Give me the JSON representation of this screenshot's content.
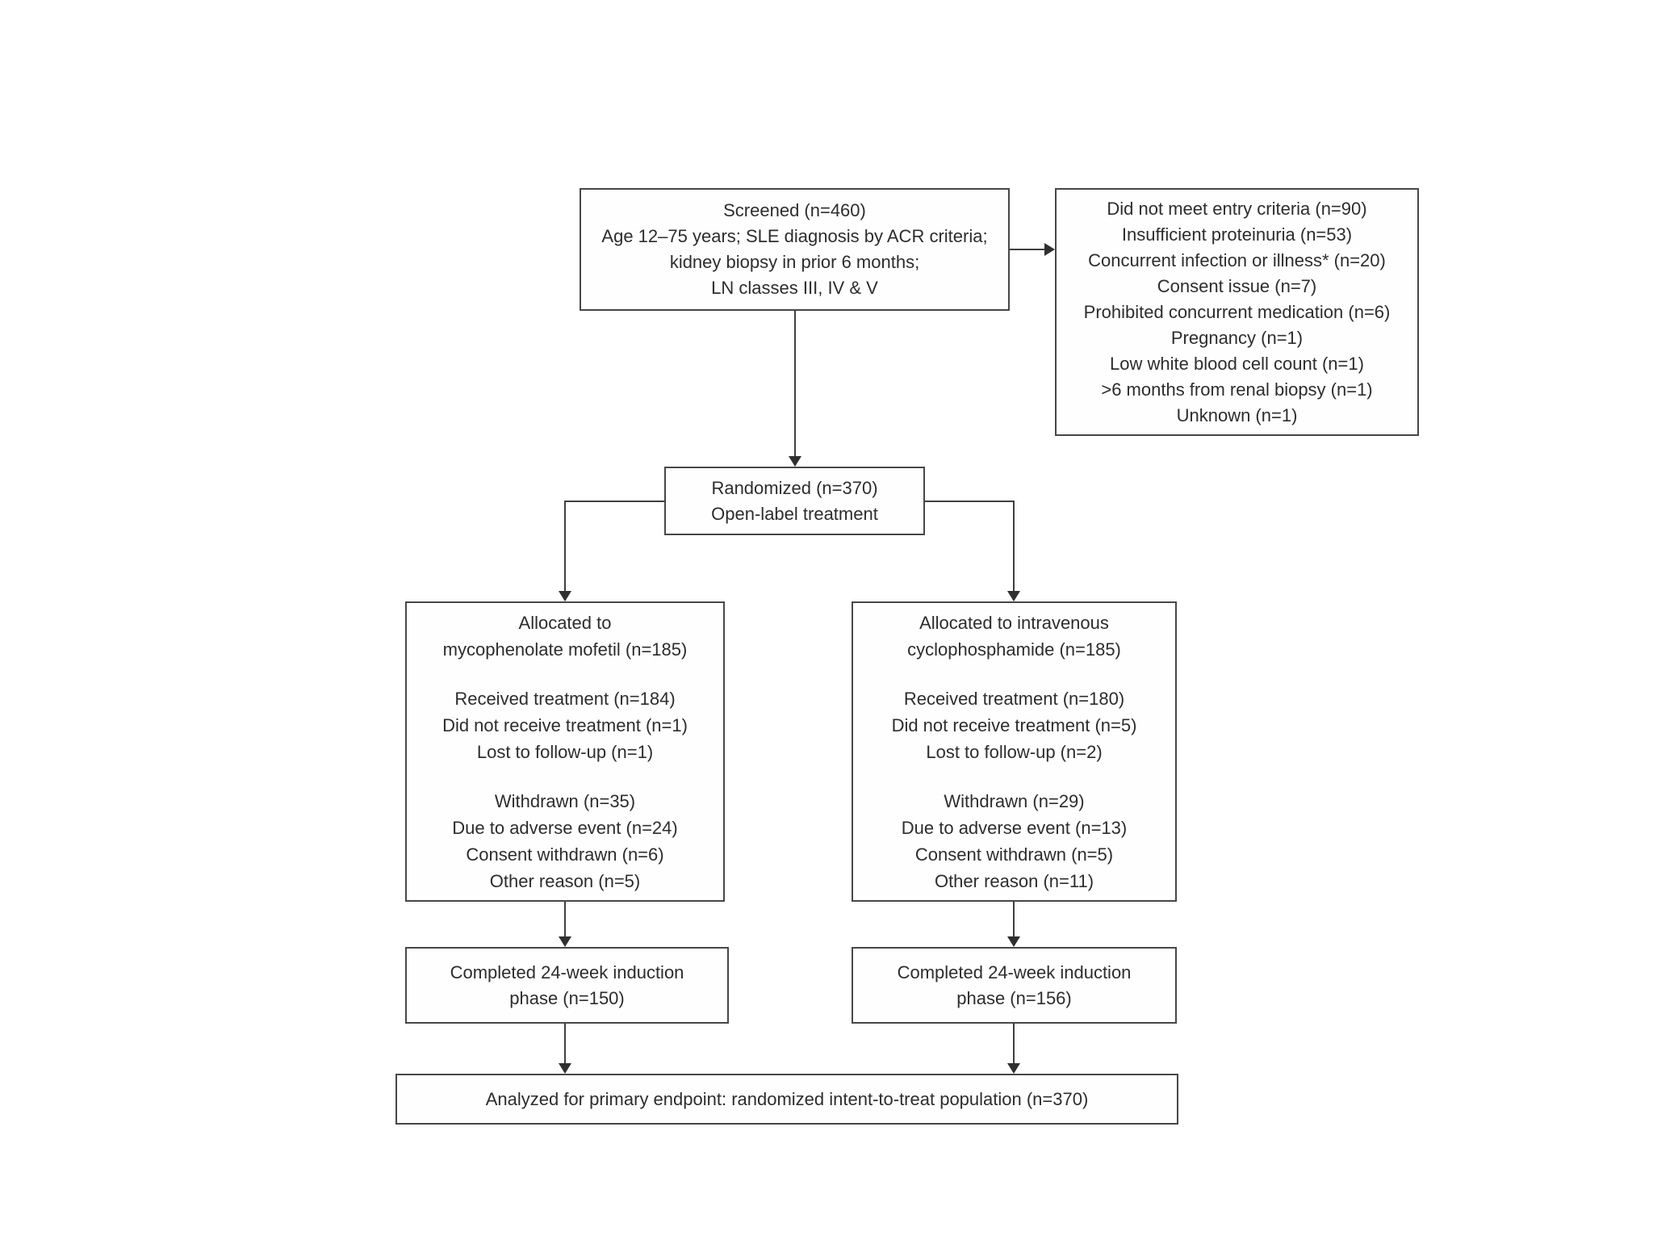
{
  "page": {
    "background": "#ffffff"
  },
  "colors": {
    "box_border": "#474747",
    "text": "#2d2d2d",
    "connector": "#3f3f3f"
  },
  "flowchart": {
    "screened": {
      "lines": [
        "Screened (n=460)",
        "Age 12–75 years; SLE diagnosis by ACR criteria;",
        "kidney biopsy in prior 6 months;",
        "LN classes III, IV & V"
      ]
    },
    "excluded": {
      "lines": [
        "Did not meet entry criteria (n=90)",
        "Insufficient proteinuria (n=53)",
        "Concurrent infection or illness* (n=20)",
        "Consent issue (n=7)",
        "Prohibited concurrent medication (n=6)",
        "Pregnancy (n=1)",
        "Low white blood cell count (n=1)",
        ">6 months from renal biopsy (n=1)",
        "Unknown (n=1)"
      ]
    },
    "randomized": {
      "lines": [
        "Randomized (n=370)",
        "Open-label treatment"
      ]
    },
    "alloc_mmf": {
      "lines": [
        "Allocated to",
        "mycophenolate mofetil (n=185)",
        "Received treatment (n=184)",
        "Did not receive treatment (n=1)",
        "Lost to follow-up (n=1)",
        "Withdrawn (n=35)",
        "Due to adverse event (n=24)",
        "Consent withdrawn (n=6)",
        "Other reason (n=5)"
      ]
    },
    "alloc_cyc": {
      "lines": [
        "Allocated to intravenous",
        "cyclophosphamide (n=185)",
        "Received treatment (n=180)",
        "Did not receive treatment (n=5)",
        "Lost to follow-up (n=2)",
        "Withdrawn (n=29)",
        "Due to adverse event (n=13)",
        "Consent withdrawn (n=5)",
        "Other reason (n=11)"
      ]
    },
    "completed_mmf": {
      "lines": [
        "Completed 24-week induction",
        "phase (n=150)"
      ]
    },
    "completed_cyc": {
      "lines": [
        "Completed 24-week induction",
        "phase (n=156)"
      ]
    },
    "analyzed": {
      "lines": [
        "Analyzed for primary endpoint: randomized intent-to-treat population (n=370)"
      ]
    }
  }
}
